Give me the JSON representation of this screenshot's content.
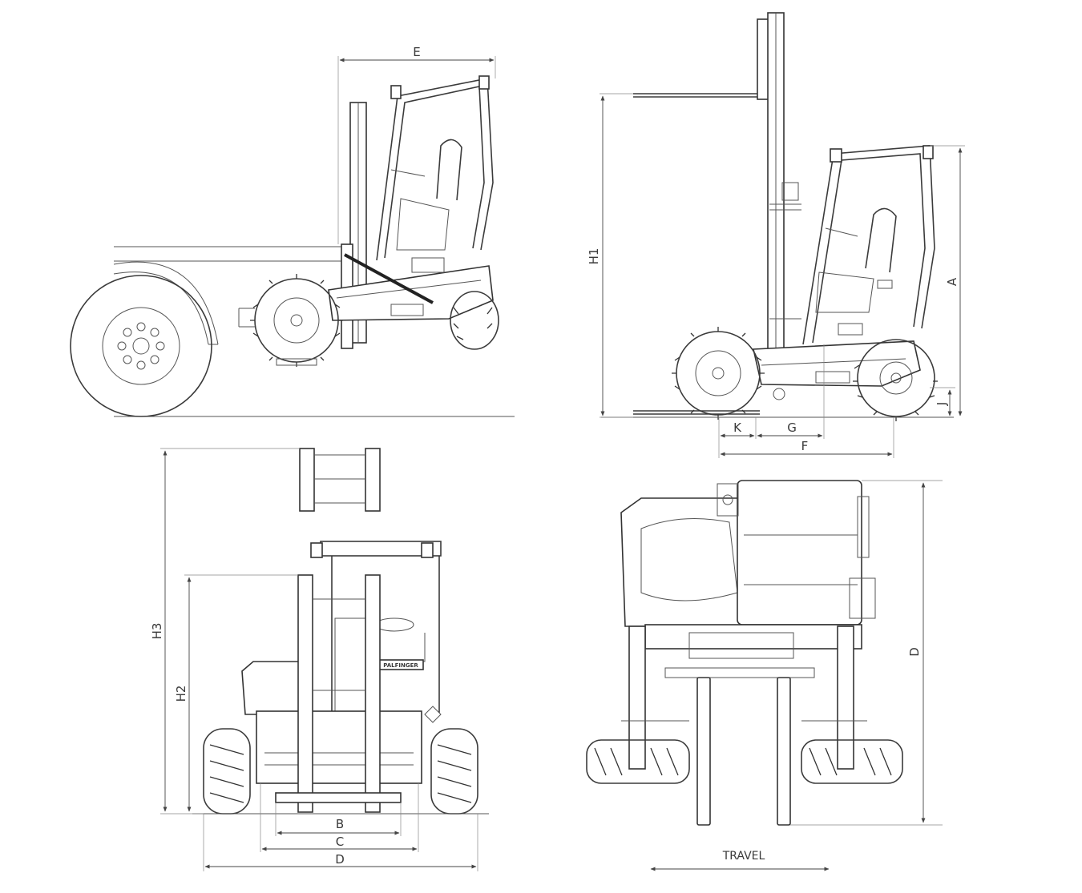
{
  "dimensions": {
    "E": "E",
    "H1": "H1",
    "A": "A",
    "J": "J",
    "K": "K",
    "G": "G",
    "F": "F",
    "H3": "H3",
    "H2": "H2",
    "B": "B",
    "C": "C",
    "D_front": "D",
    "D_top": "D"
  },
  "travel_label": "TRAVEL",
  "brand_plate": "PALFINGER"
}
